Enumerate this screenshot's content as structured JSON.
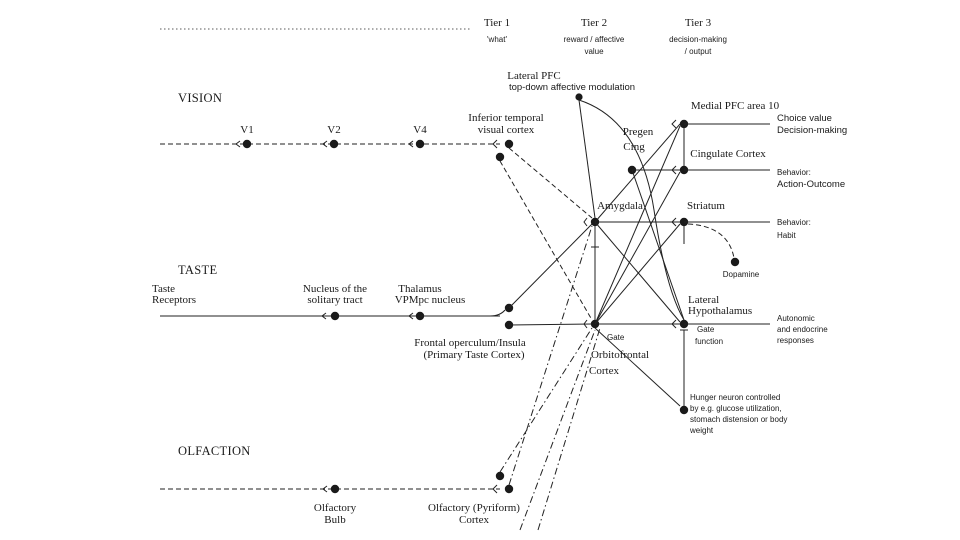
{
  "tiers": [
    {
      "title": "Tier 1",
      "subtitle": "'what'"
    },
    {
      "title": "Tier 2",
      "subtitle": "reward / affective",
      "subtitle2": "value"
    },
    {
      "title": "Tier 3",
      "subtitle": "decision-making",
      "subtitle2": "/ output"
    }
  ],
  "sections": {
    "vision": "VISION",
    "taste": "TASTE",
    "olfaction": "OLFACTION"
  },
  "vision_nodes": {
    "v1": "V1",
    "v2": "V2",
    "v4": "V4",
    "it_1": "Inferior temporal",
    "it_2": "visual cortex"
  },
  "taste_nodes": {
    "receptors_1": "Taste",
    "receptors_2": "Receptors",
    "nts_1": "Nucleus of the",
    "nts_2": "solitary tract",
    "thal_1": "Thalamus",
    "thal_2": "VPMpc nucleus",
    "fo_1": "Frontal operculum/Insula",
    "fo_2": "(Primary Taste Cortex)"
  },
  "olfaction_nodes": {
    "bulb_1": "Olfactory",
    "bulb_2": "Bulb",
    "pyr_1": "Olfactory (Pyriform)",
    "pyr_2": "Cortex"
  },
  "tier2_nodes": {
    "lpfc_1": "Lateral PFC",
    "lpfc_2": "top-down affective modulation",
    "pregen_1": "Pregen",
    "pregen_2": "Cing",
    "amygdala": "Amygdala",
    "ofc_1": "Orbitofrontal",
    "ofc_2": "Cortex",
    "gate": "Gate"
  },
  "tier3_nodes": {
    "mpfc": "Medial PFC area 10",
    "cing": "Cingulate Cortex",
    "striatum": "Striatum",
    "dopamine": "Dopamine",
    "lh_1": "Lateral",
    "lh_2": "Hypothalamus",
    "gatefn_1": "Gate",
    "gatefn_2": "function",
    "hunger_1": "Hunger neuron controlled",
    "hunger_2": "by e.g. glucose utilization,",
    "hunger_3": "stomach distension or body",
    "hunger_4": "weight"
  },
  "outputs": {
    "choice_1": "Choice value",
    "choice_2": "Decision-making",
    "ao_1": "Behavior:",
    "ao_2": "Action-Outcome",
    "habit_1": "Behavior:",
    "habit_2": "Habit",
    "auto_1": "Autonomic",
    "auto_2": "and endocrine",
    "auto_3": "responses"
  }
}
